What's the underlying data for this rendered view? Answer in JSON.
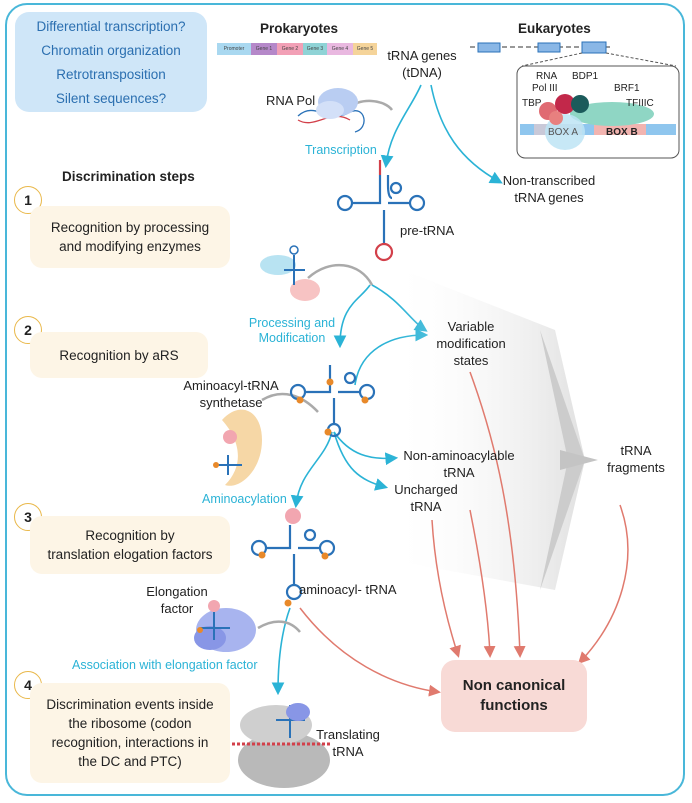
{
  "questions": [
    "Differential transcription?",
    "Chromatin organization",
    "Retrotransposition",
    "Silent sequences?"
  ],
  "header": {
    "prokaryotes": "Prokaryotes",
    "eukaryotes": "Eukaryotes",
    "trna_genes": "tRNA genes",
    "tdna": "(tDNA)"
  },
  "operon": [
    "Promoter",
    "Gene 1",
    "Gene 2",
    "Gene 3",
    "Gene 4",
    "Gene 5"
  ],
  "inset": {
    "rna": "RNA",
    "pol3": "Pol III",
    "bdp1": "BDP1",
    "brf1": "BRF1",
    "tbp": "TBP",
    "tfiiic": "TFIIIC",
    "box_a": "BOX A",
    "box_b": "BOX B"
  },
  "labels": {
    "rna_pol": "RNA Pol",
    "transcription": "Transcription",
    "non_transcribed_1": "Non-transcribed",
    "non_transcribed_2": "tRNA genes",
    "discrimination_title": "Discrimination steps",
    "pre_trna": "pre-tRNA",
    "processing_1": "Processing and",
    "processing_2": "Modification",
    "variable_1": "Variable",
    "variable_2": "modification",
    "variable_3": "states",
    "aars_1": "Aminoacyl-tRNA",
    "aars_2": "synthetase",
    "non_amino_1": "Non-aminoacylable",
    "non_amino_2": "tRNA",
    "uncharged_1": "Uncharged",
    "uncharged_2": "tRNA",
    "trna_frag_1": "tRNA",
    "trna_frag_2": "fragments",
    "aminoacylation": "Aminoacylation",
    "aminoacyl_trna": "aminoacyl- tRNA",
    "ef_1": "Elongation",
    "ef_2": "factor",
    "association": "Association with elongation factor",
    "translating_1": "Translating",
    "translating_2": "tRNA"
  },
  "steps": [
    {
      "num": "1",
      "lines": [
        "Recognition by processing",
        "and modifying enzymes"
      ]
    },
    {
      "num": "2",
      "lines": [
        "Recognition by aRS"
      ]
    },
    {
      "num": "3",
      "lines": [
        "Recognition by",
        "translation elogation factors"
      ]
    },
    {
      "num": "4",
      "lines": [
        "Discrimination events inside",
        "the ribosome (codon",
        "recognition, interactions in",
        "the DC and PTC)"
      ]
    }
  ],
  "non_canonical": {
    "line1": "Non canonical",
    "line2": "functions"
  },
  "colors": {
    "frame": "#49b7d9",
    "cyan_arrow": "#2bb3d6",
    "red_arrow": "#e07a6e",
    "question_bg": "#cfe6f8",
    "question_text": "#2b6fb0",
    "step_bg": "#fdf5e6",
    "step_ring": "#e9b84a",
    "nc_bg": "#f8dad6",
    "trna_blue": "#2a72b8",
    "orange_dot": "#e8892a"
  }
}
